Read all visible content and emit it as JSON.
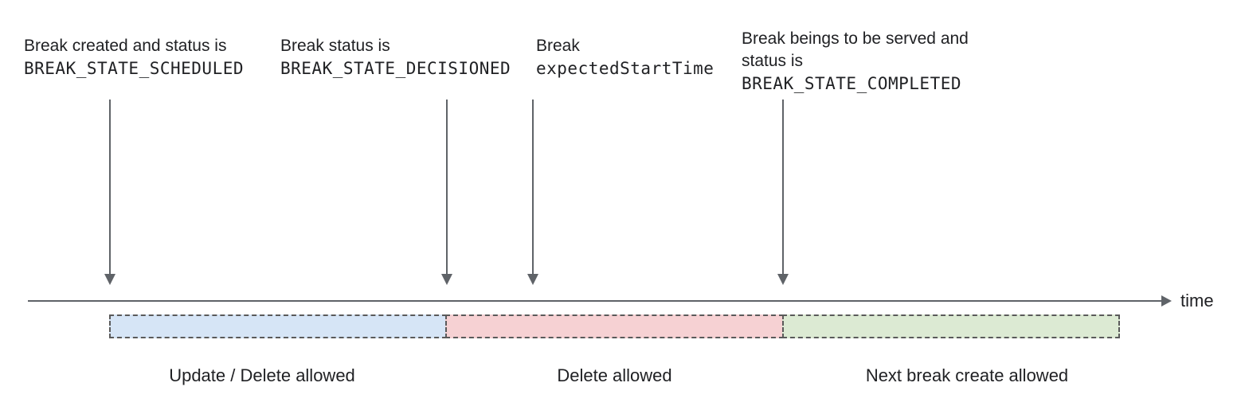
{
  "diagram": {
    "annotations": [
      {
        "text": "Break created and status is",
        "code": "BREAK_STATE_SCHEDULED"
      },
      {
        "text": "Break status is",
        "code": "BREAK_STATE_DECISIONED"
      },
      {
        "text": "Break",
        "code": "expectedStartTime"
      },
      {
        "text": "Break beings to be served and status is",
        "code": "BREAK_STATE_COMPLETED"
      }
    ],
    "timeline": {
      "axis_label": "time"
    },
    "segments": [
      {
        "label": "Update / Delete allowed",
        "color": "#d6e5f6"
      },
      {
        "label": "Delete allowed",
        "color": "#f6d1d3"
      },
      {
        "label": "Next break create allowed",
        "color": "#dcead3"
      }
    ],
    "colors": {
      "arrow": "#5f6368",
      "segment_border": "#5a5a5a",
      "text": "#202124"
    }
  }
}
